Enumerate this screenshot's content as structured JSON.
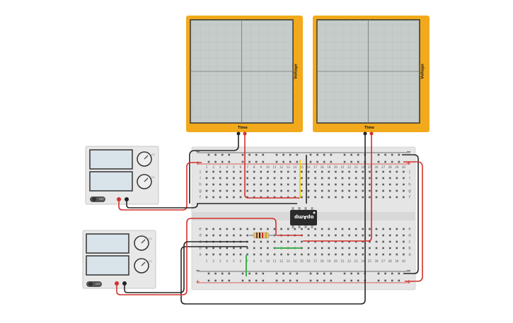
{
  "oscilloscopes": [
    {
      "x_label": "Time",
      "y_label": "Voltage"
    },
    {
      "x_label": "Time",
      "y_label": "Voltage"
    }
  ],
  "power_supplies": [
    {
      "output_label": "OFF",
      "knob_labels": [
        "CV",
        "CC"
      ]
    },
    {
      "output_label": "OFF",
      "knob_labels": [
        "CV",
        "CC"
      ]
    }
  ],
  "breadboard": {
    "column_numbers": [
      "1",
      "2",
      "3",
      "4",
      "5",
      "6",
      "7",
      "8",
      "9",
      "10",
      "11",
      "12",
      "13",
      "14",
      "15",
      "16",
      "17",
      "18",
      "19",
      "20",
      "21",
      "22",
      "23",
      "24",
      "25",
      "26",
      "27",
      "28",
      "29",
      "30"
    ],
    "top_rows": [
      "j",
      "i",
      "h",
      "g",
      "f"
    ],
    "bottom_rows": [
      "e",
      "d",
      "c",
      "b",
      "a"
    ],
    "rail_minus": "−",
    "rail_plus": "+"
  },
  "opamp": {
    "label": "opAmp"
  },
  "colors": {
    "scope_frame": "#f2a91b",
    "scope_screen": "#c5ccca",
    "breadboard": "#e5e5e5",
    "wire_red": "#d0312d",
    "wire_black": "#262626",
    "wire_yellow": "#f2d413",
    "wire_green": "#3db24b"
  }
}
